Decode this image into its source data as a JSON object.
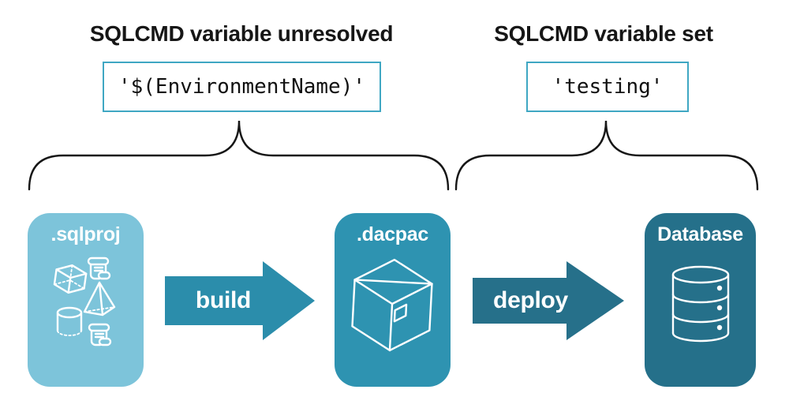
{
  "colors": {
    "card_sqlproj": "#7DC4DA",
    "card_dacpac": "#2E93B1",
    "card_database": "#25708A",
    "arrow_build": "#2B8DAB",
    "arrow_deploy": "#26708A",
    "code_border": "#3FA7C3",
    "ink": "#161616",
    "label_text": "#FFFFFF"
  },
  "annotations": {
    "unresolved": {
      "heading": "SQLCMD variable unresolved",
      "code": "'$(EnvironmentName)'"
    },
    "set": {
      "heading": "SQLCMD variable set",
      "code": "'testing'"
    }
  },
  "pipeline": {
    "sqlproj_label": ".sqlproj",
    "build_label": "build",
    "dacpac_label": ".dacpac",
    "deploy_label": "deploy",
    "database_label": "Database"
  },
  "icons": {
    "sqlproj_card": [
      "script-icon",
      "cube-icon",
      "pyramid-icon",
      "cylinder-icon",
      "script-icon"
    ],
    "dacpac_card": "package-box-icon",
    "database_card": "database-cylinder-icon",
    "braces": [
      "curly-brace-icon",
      "curly-brace-icon"
    ]
  }
}
